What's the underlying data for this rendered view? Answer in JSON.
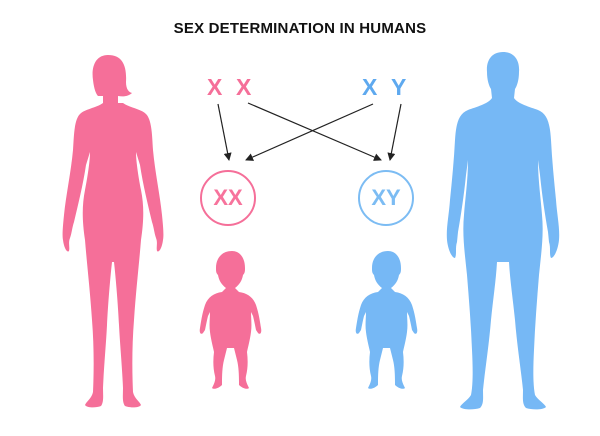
{
  "title": "SEX DETERMINATION IN HUMANS",
  "colors": {
    "female": "#f56f99",
    "male": "#76b8f5",
    "arrow": "#222222",
    "title": "#111111"
  },
  "parents": {
    "mother": {
      "chromosomes": [
        "X",
        "X"
      ],
      "label": "female-silhouette"
    },
    "father": {
      "chromosomes": [
        "X",
        "Y"
      ],
      "label": "male-silhouette"
    }
  },
  "offspring": {
    "female": {
      "genotype": "XX",
      "label": "baby-girl-silhouette"
    },
    "male": {
      "genotype": "XY",
      "label": "baby-boy-silhouette"
    }
  },
  "arrows": [
    {
      "from": "mother.X1",
      "to": "offspring.XX"
    },
    {
      "from": "mother.X2",
      "to": "offspring.XY"
    },
    {
      "from": "father.X",
      "to": "offspring.XX"
    },
    {
      "from": "father.Y",
      "to": "offspring.XY"
    }
  ]
}
